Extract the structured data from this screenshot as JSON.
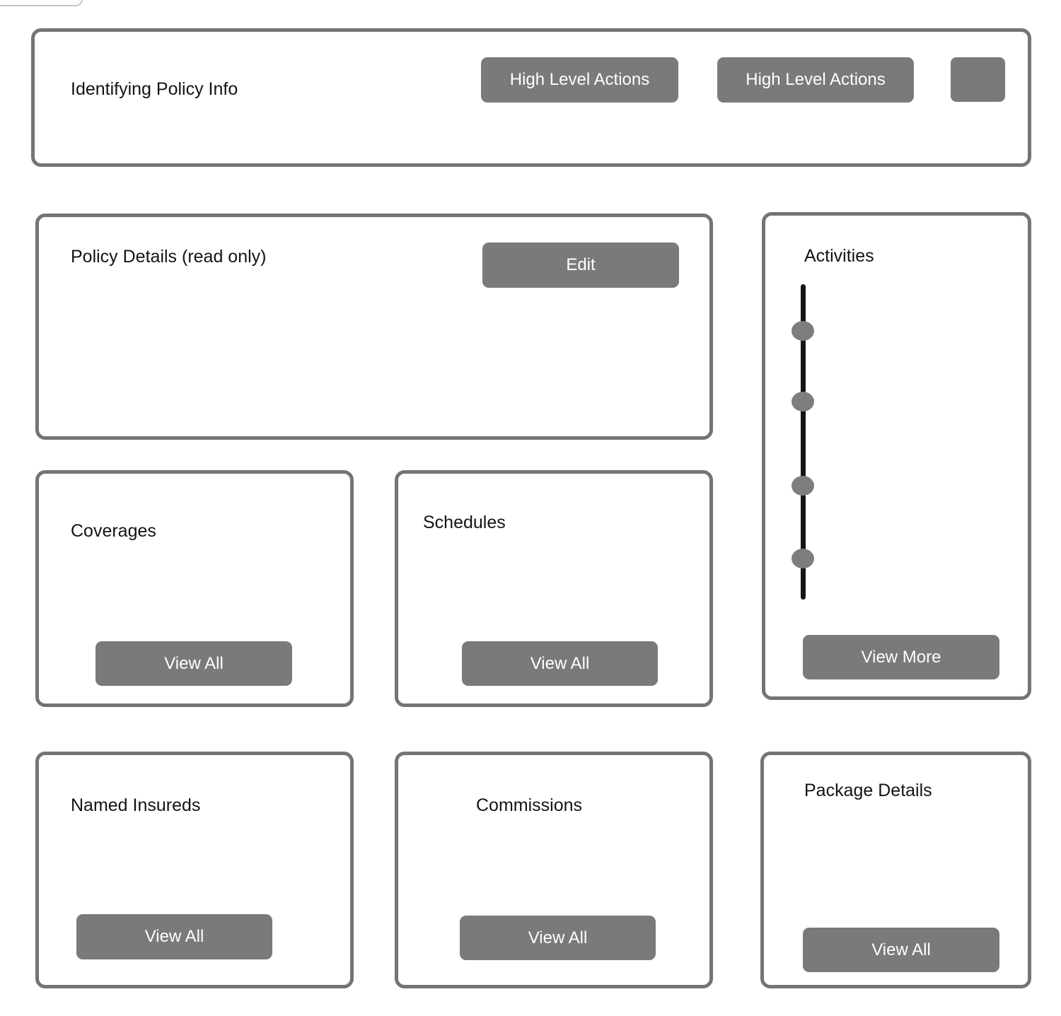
{
  "colors": {
    "card_border": "#747474",
    "button_bg": "#7a7a7a",
    "button_text": "#ffffff",
    "title_text": "#141414",
    "timeline_line": "#151515",
    "timeline_dot": "#7d7d7d",
    "tab_stub_border": "#c5c5c5",
    "page_bg": "#ffffff"
  },
  "header": {
    "title": "Identifying Policy Info",
    "actions": [
      {
        "label": "High Level Actions"
      },
      {
        "label": "High Level Actions"
      }
    ]
  },
  "policy_details": {
    "title": "Policy Details (read only)",
    "edit_label": "Edit"
  },
  "coverages": {
    "title": "Coverages",
    "view_all_label": "View All"
  },
  "schedules": {
    "title": "Schedules",
    "view_all_label": "View All"
  },
  "activities": {
    "title": "Activities",
    "view_more_label": "View More",
    "timeline_dot_count": 4
  },
  "named_insureds": {
    "title": "Named Insureds",
    "view_all_label": "View All"
  },
  "commissions": {
    "title": "Commissions",
    "view_all_label": "View All"
  },
  "package_details": {
    "title": "Package Details",
    "view_all_label": "View All"
  }
}
